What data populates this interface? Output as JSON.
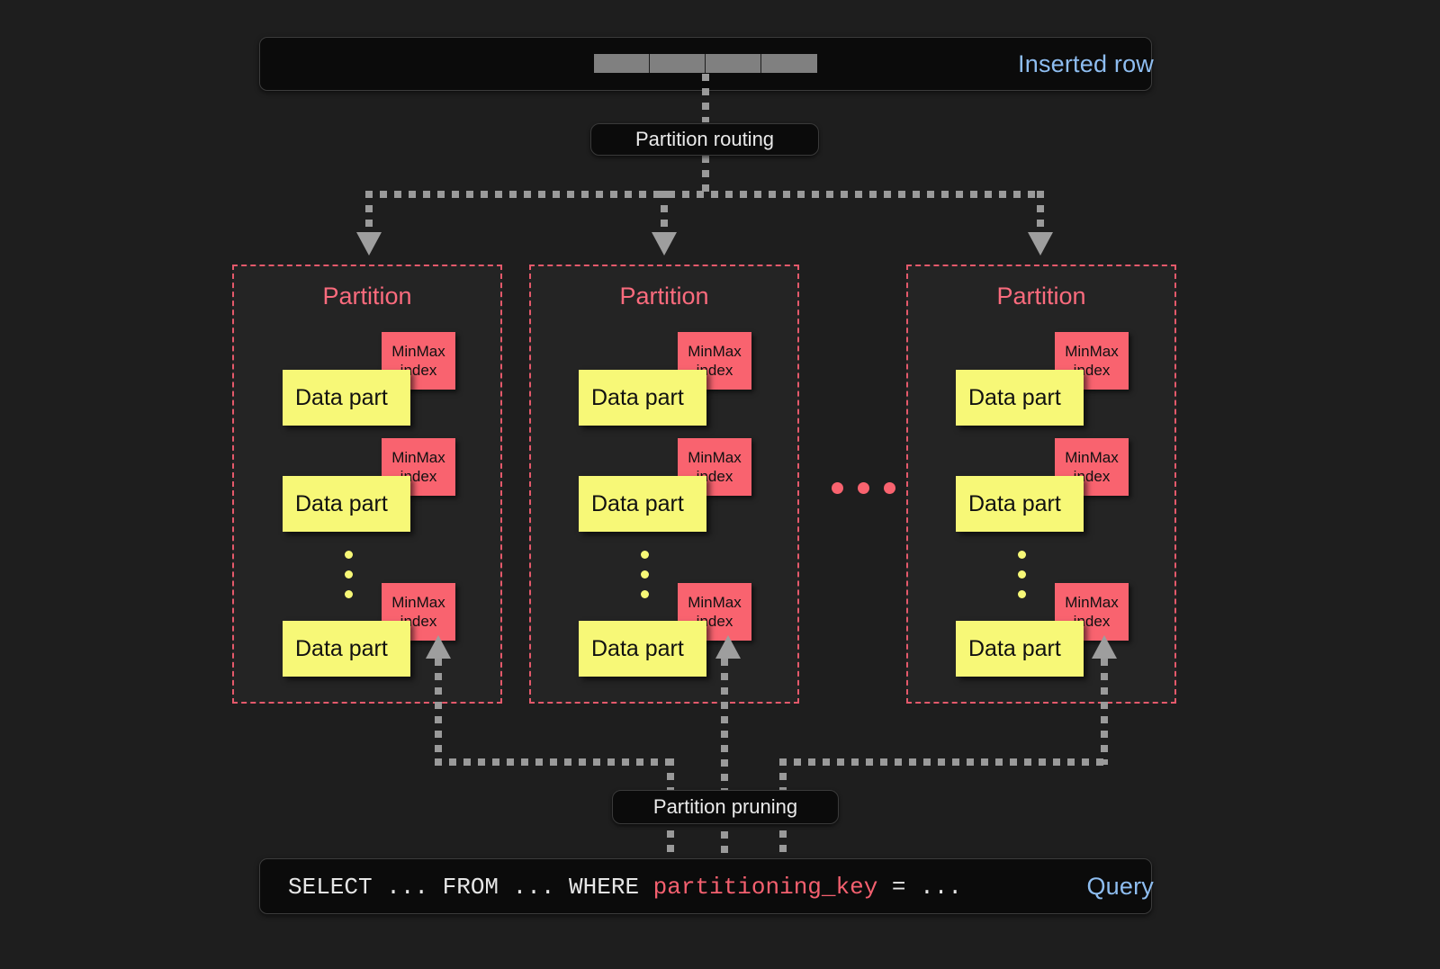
{
  "page": {
    "background": "#1e1e1e",
    "title": "ClickHouse partitioning diagram"
  },
  "colors": {
    "accent_red": "#f9636f",
    "accent_yellow": "#f7f877",
    "accent_blue": "#8ebdf0",
    "line_gray": "#9a9a9a",
    "cell_gray": "#808080",
    "panel_dark": "#0b0b0b"
  },
  "inserted_row": {
    "label": "Inserted row",
    "cells": [
      "",
      "",
      "",
      ""
    ],
    "cell_count": 4
  },
  "routing": {
    "label": "Partition routing"
  },
  "pruning": {
    "label": "Partition pruning"
  },
  "partitions": [
    {
      "title": "Partition",
      "parts": [
        {
          "data_label": "Data part",
          "index_line1": "MinMax",
          "index_line2": "index"
        },
        {
          "data_label": "Data part",
          "index_line1": "MinMax",
          "index_line2": "index"
        },
        {
          "data_label": "Data part",
          "index_line1": "MinMax",
          "index_line2": "index"
        }
      ],
      "ellipsis_dots": 3
    },
    {
      "title": "Partition",
      "parts": [
        {
          "data_label": "Data part",
          "index_line1": "MinMax",
          "index_line2": "index"
        },
        {
          "data_label": "Data part",
          "index_line1": "MinMax",
          "index_line2": "index"
        },
        {
          "data_label": "Data part",
          "index_line1": "MinMax",
          "index_line2": "index"
        }
      ],
      "ellipsis_dots": 3
    },
    {
      "title": "Partition",
      "parts": [
        {
          "data_label": "Data part",
          "index_line1": "MinMax",
          "index_line2": "index"
        },
        {
          "data_label": "Data part",
          "index_line1": "MinMax",
          "index_line2": "index"
        },
        {
          "data_label": "Data part",
          "index_line1": "MinMax",
          "index_line2": "index"
        }
      ],
      "ellipsis_dots": 3
    }
  ],
  "partitions_ellipsis_dots": 3,
  "query": {
    "label": "Query",
    "prefix": "SELECT ... FROM ... WHERE ",
    "key": "partitioning_key",
    "suffix": " = ..."
  }
}
